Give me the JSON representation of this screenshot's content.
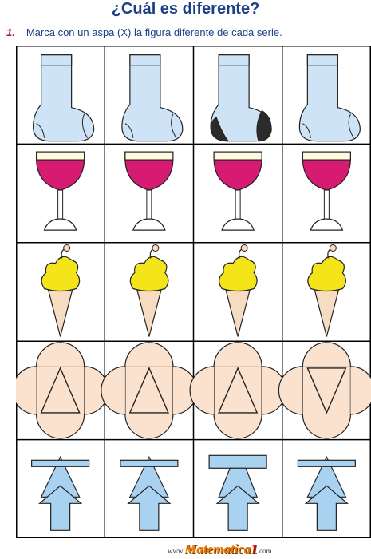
{
  "title": "¿Cuál es diferente?",
  "instruction": {
    "number": "1.",
    "text": "Marca con un aspa (X) la figura diferente de cada serie."
  },
  "rows": [
    {
      "name": "socks",
      "items": [
        "sock",
        "sock",
        "sock-dark-tips",
        "sock"
      ]
    },
    {
      "name": "wine-glasses",
      "items": [
        "glass",
        "glass",
        "glass",
        "glass"
      ]
    },
    {
      "name": "ice-creams",
      "items": [
        "ice-cream",
        "ice-cream",
        "ice-cream",
        "ice-cream"
      ]
    },
    {
      "name": "flower-shapes",
      "items": [
        "triangle-up",
        "triangle-up",
        "triangle-up",
        "triangle-down"
      ]
    },
    {
      "name": "arrow-shapes",
      "items": [
        "triangle-top",
        "triangle-top",
        "rectangle-top",
        "triangle-top"
      ]
    }
  ],
  "colors": {
    "title": "#1c3f87",
    "sock": "#cfe3f6",
    "wine": "#d81b72",
    "ice_cream": "#f4e51a",
    "cone": "#f6dcc0",
    "flower": "#fbe2cf",
    "arrow": "#a9d2f1",
    "grid": "#000000"
  },
  "footer": {
    "prefix": "www.",
    "brand": "Matematica",
    "brand_number": "1",
    "suffix": ".com"
  }
}
